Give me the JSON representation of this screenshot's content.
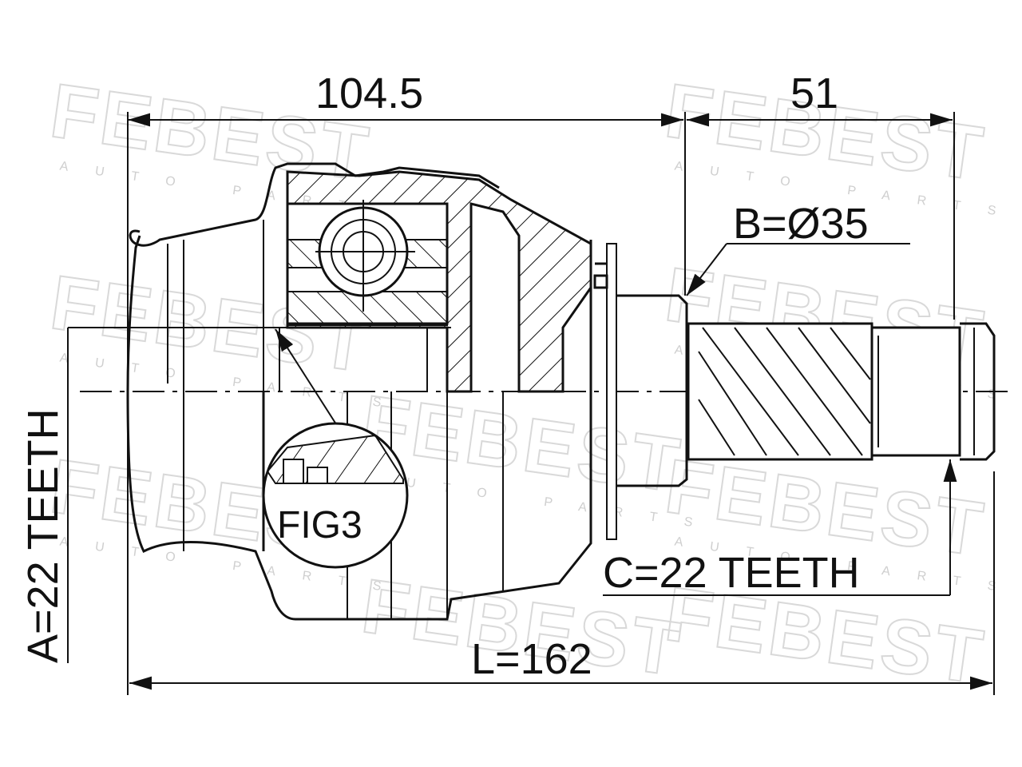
{
  "brand": {
    "watermark": "FEBEST",
    "watermark_sub": "AUTO PARTS"
  },
  "dimensions": {
    "top_left": "104.5",
    "top_right": "51",
    "diameter": "B=Ø35",
    "inner_teeth": "A=22 TEETH",
    "outer_teeth": "C=22 TEETH",
    "length": "L=162",
    "detail_label": "FIG3"
  }
}
